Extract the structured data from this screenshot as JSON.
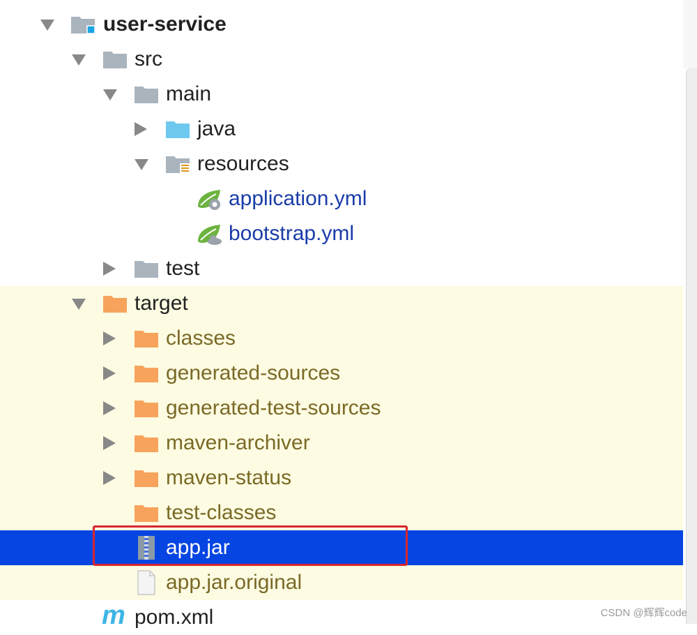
{
  "tree": {
    "items": [
      {
        "label": "user-service",
        "icon": "module-folder-icon",
        "expanded": true
      },
      {
        "label": "src",
        "icon": "folder-icon",
        "expanded": true
      },
      {
        "label": "main",
        "icon": "folder-icon",
        "expanded": true
      },
      {
        "label": "java",
        "icon": "source-folder-icon",
        "expanded": false
      },
      {
        "label": "resources",
        "icon": "resources-folder-icon",
        "expanded": true
      },
      {
        "label": "application.yml",
        "icon": "spring-config-icon"
      },
      {
        "label": "bootstrap.yml",
        "icon": "spring-bootstrap-icon"
      },
      {
        "label": "test",
        "icon": "folder-icon",
        "expanded": false
      },
      {
        "label": "target",
        "icon": "excluded-folder-icon",
        "expanded": true
      },
      {
        "label": "classes",
        "icon": "excluded-folder-icon",
        "expanded": false
      },
      {
        "label": "generated-sources",
        "icon": "excluded-folder-icon",
        "expanded": false
      },
      {
        "label": "generated-test-sources",
        "icon": "excluded-folder-icon",
        "expanded": false
      },
      {
        "label": "maven-archiver",
        "icon": "excluded-folder-icon",
        "expanded": false
      },
      {
        "label": "maven-status",
        "icon": "excluded-folder-icon",
        "expanded": false
      },
      {
        "label": "test-classes",
        "icon": "excluded-folder-icon"
      },
      {
        "label": "app.jar",
        "icon": "jar-archive-icon",
        "selected": true
      },
      {
        "label": "app.jar.original",
        "icon": "file-icon"
      },
      {
        "label": "pom.xml",
        "icon": "maven-icon"
      }
    ]
  },
  "watermark": "CSDN @辉辉code",
  "colors": {
    "selection": "#0645e2",
    "excluded_background": "#fdfbe2",
    "highlight_border": "#d9262d",
    "excluded_folder": "#f7a35c",
    "folder": "#a9b4bd",
    "source_folder": "#6fc8ef"
  }
}
